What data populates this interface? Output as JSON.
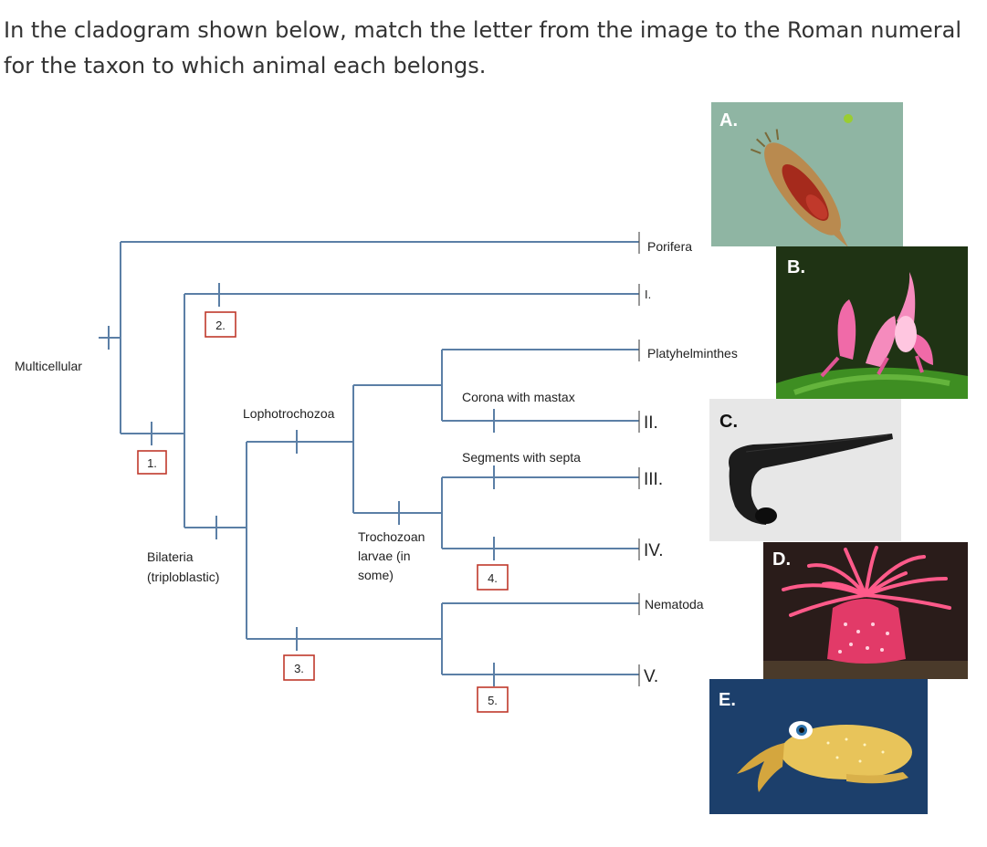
{
  "question": "In the cladogram shown below, match the letter from the image to the Roman numeral for the taxon to which animal each belongs.",
  "cladogram": {
    "root_trait": "Multicellular",
    "bilateria_label_line1": "Bilateria",
    "bilateria_label_line2": "(triploblastic)",
    "lophotrochozoa_label": "Lophotrochozoa",
    "trochozoan_line1": "Trochozoan",
    "trochozoan_line2": "larvae (in",
    "trochozoan_line3": "some)",
    "corona_label": "Corona with mastax",
    "segments_label": "Segments with septa",
    "taxa": {
      "porifera": "Porifera",
      "t1": "I.",
      "platyhelminthes": "Platyhelminthes",
      "t2": "II.",
      "t3": "III.",
      "t4": "IV.",
      "nematoda": "Nematoda",
      "t5": "V."
    },
    "boxes": {
      "b1": "1.",
      "b2": "2.",
      "b3": "3.",
      "b4": "4.",
      "b5": "5."
    }
  },
  "photos": {
    "a": "A.",
    "b": "B.",
    "c": "C.",
    "d": "D.",
    "e": "E."
  },
  "colors": {
    "branch": "#5b7fa6",
    "box_border": "#c0392b"
  }
}
